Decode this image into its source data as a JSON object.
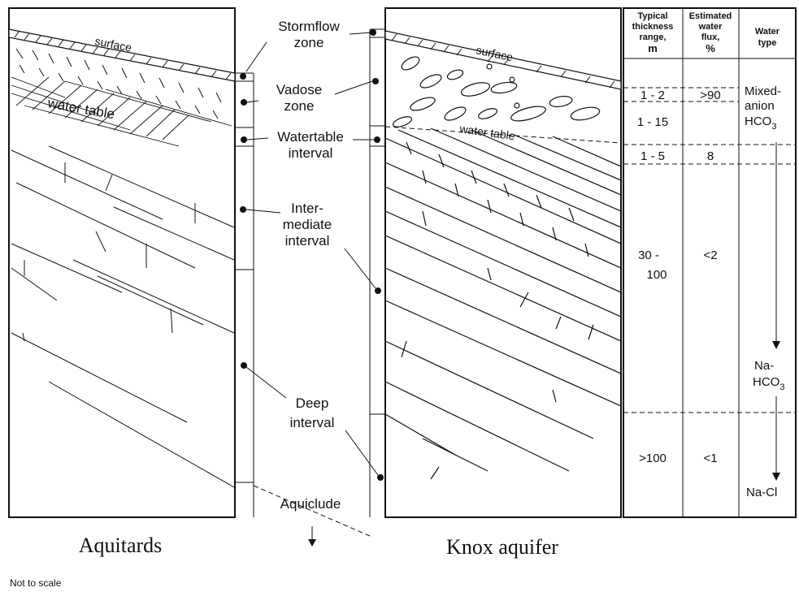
{
  "left_panel": {
    "surface_label": "surface",
    "water_table_label": "water table",
    "caption": "Aquitards"
  },
  "right_panel": {
    "surface_label": "surface",
    "water_table_label": "water table",
    "caption": "Knox aquifer"
  },
  "zones": {
    "stormflow": [
      "Stormflow",
      "zone"
    ],
    "vadose": [
      "Vadose",
      "zone"
    ],
    "watertable": [
      "Watertable",
      "interval"
    ],
    "intermediate": [
      "Inter-",
      "mediate",
      "interval"
    ],
    "deep": [
      "Deep",
      "interval"
    ],
    "aquiclude": "Aquiclude"
  },
  "table": {
    "headers": {
      "thickness": [
        "Typical",
        "thickness",
        "range,",
        "m"
      ],
      "flux": [
        "Estimated",
        "water",
        "flux,",
        "%"
      ],
      "type": [
        "Water",
        "type"
      ]
    },
    "rows": [
      {
        "thickness": "1 - 2",
        "flux": ">90"
      },
      {
        "thickness": "1 - 15",
        "flux": ""
      },
      {
        "thickness": "1 - 5",
        "flux": "8"
      },
      {
        "thickness": [
          "30 -",
          "100"
        ],
        "flux": "<2"
      },
      {
        "thickness": ">100",
        "flux": "<1"
      }
    ],
    "water_types": {
      "mixed": [
        "Mixed-",
        "anion",
        "HCO",
        "3"
      ],
      "na_hco3": [
        "Na-",
        "HCO",
        "3"
      ],
      "na_cl": "Na-Cl"
    }
  },
  "footnote": "Not to scale"
}
